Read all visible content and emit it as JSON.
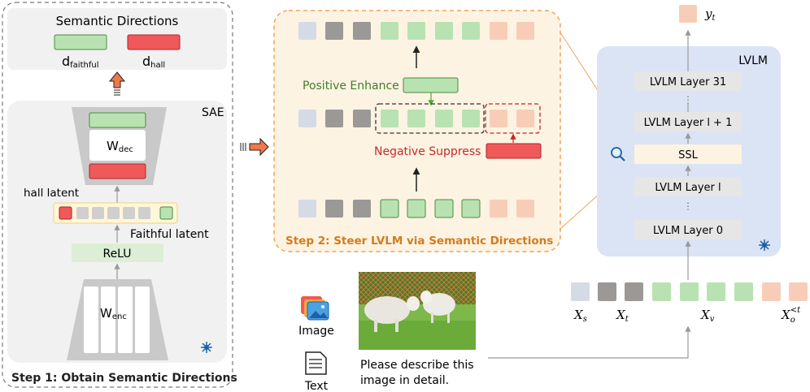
{
  "step1": {
    "title": "Semantic Directions",
    "d_faithful_base": "d",
    "d_faithful_sub": "faithful",
    "d_hall_base": "d",
    "d_hall_sub": "hall",
    "sae_label": "SAE",
    "w_dec_base": "W",
    "w_dec_sub": "dec",
    "w_enc_base": "W",
    "w_enc_sub": "enc",
    "hall_latent": "hall latent",
    "faithful_latent": "Faithful latent",
    "relu": "ReLU",
    "caption": "Step 1: Obtain Semantic Directions"
  },
  "step2": {
    "positive": "Positive Enhance",
    "negative": "Negative Suppress",
    "caption": "Step 2: Steer LVLM via Semantic Directions"
  },
  "lvlm": {
    "title": "LVLM",
    "output": "y",
    "output_sub": "t",
    "layers": [
      "LVLM Layer 31",
      "LVLM Layer l + 1",
      "SSL",
      "LVLM Layer l",
      "LVLM Layer 0"
    ],
    "token_labels": [
      "X",
      "X",
      "X",
      "X"
    ],
    "token_subs": [
      "s",
      "t",
      "v",
      "o"
    ],
    "token_sup_last": "<t"
  },
  "inputs": {
    "image_label": "Image",
    "text_label": "Text",
    "prompt_line1": "Please describe this",
    "prompt_line2": "image in detail."
  },
  "colors": {
    "green": "#b9e2b2",
    "green_border": "#4a8a3e",
    "red": "#f0595a",
    "red_border": "#b32222",
    "gray_light": "#d5dbe6",
    "gray_dark": "#9b9896",
    "peach": "#f8cdb7",
    "lvlm_bg": "#dbe4f4",
    "step2_bg": "#fdf3e2"
  }
}
